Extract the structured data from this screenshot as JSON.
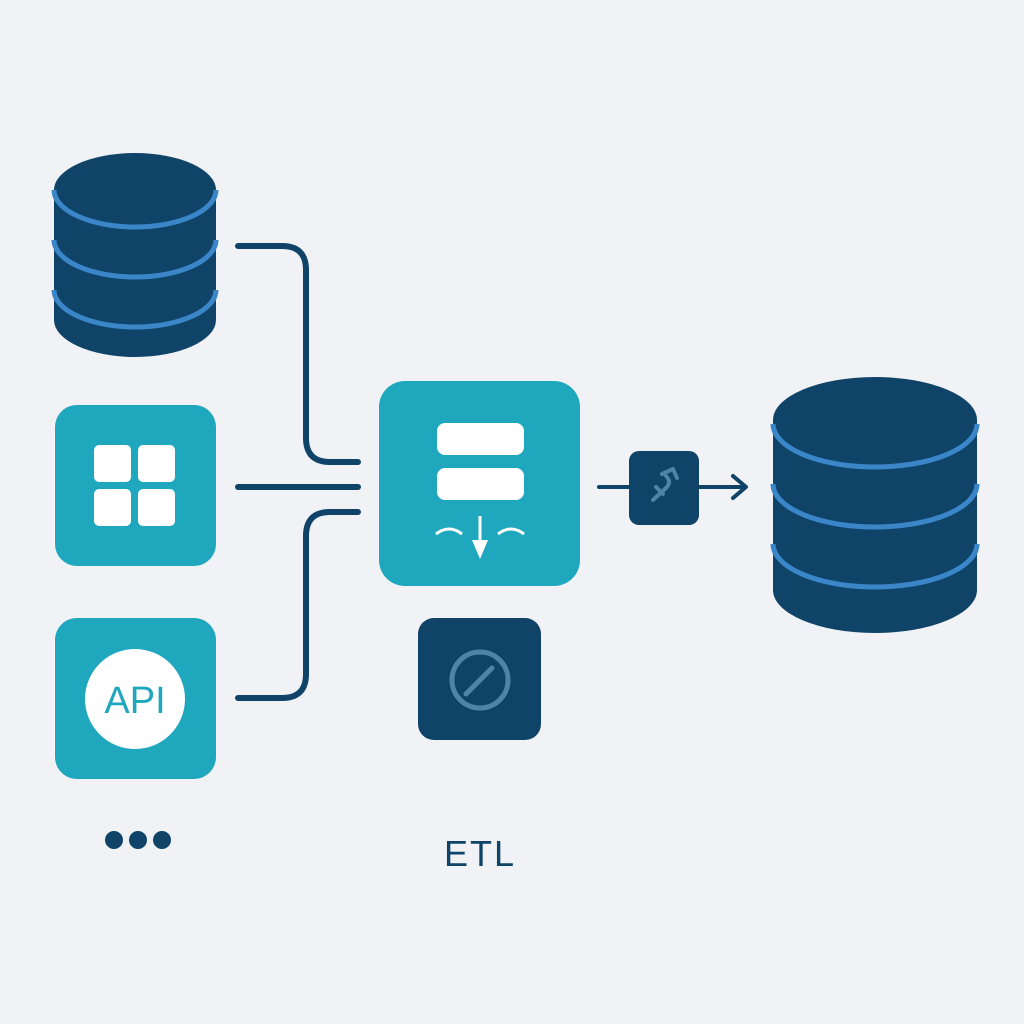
{
  "colors": {
    "background": "#f0f2f6",
    "navy": "#0f4468",
    "teal": "#1fa7bd",
    "stripe": "#3a86c8",
    "white": "#ffffff",
    "muted_icon": "#4f83a8"
  },
  "sources": [
    {
      "kind": "database",
      "icon": "database-icon"
    },
    {
      "kind": "app",
      "icon": "grid-icon"
    },
    {
      "kind": "api",
      "icon": "api-icon",
      "label": "API"
    }
  ],
  "more_indicator": {
    "icon": "ellipsis-icon"
  },
  "etl": {
    "icon": "etl-process-icon",
    "label": "ETL",
    "status_icon": "circle-slash-icon"
  },
  "connector": {
    "icon": "link-icon"
  },
  "destination": {
    "kind": "database",
    "icon": "database-icon"
  }
}
